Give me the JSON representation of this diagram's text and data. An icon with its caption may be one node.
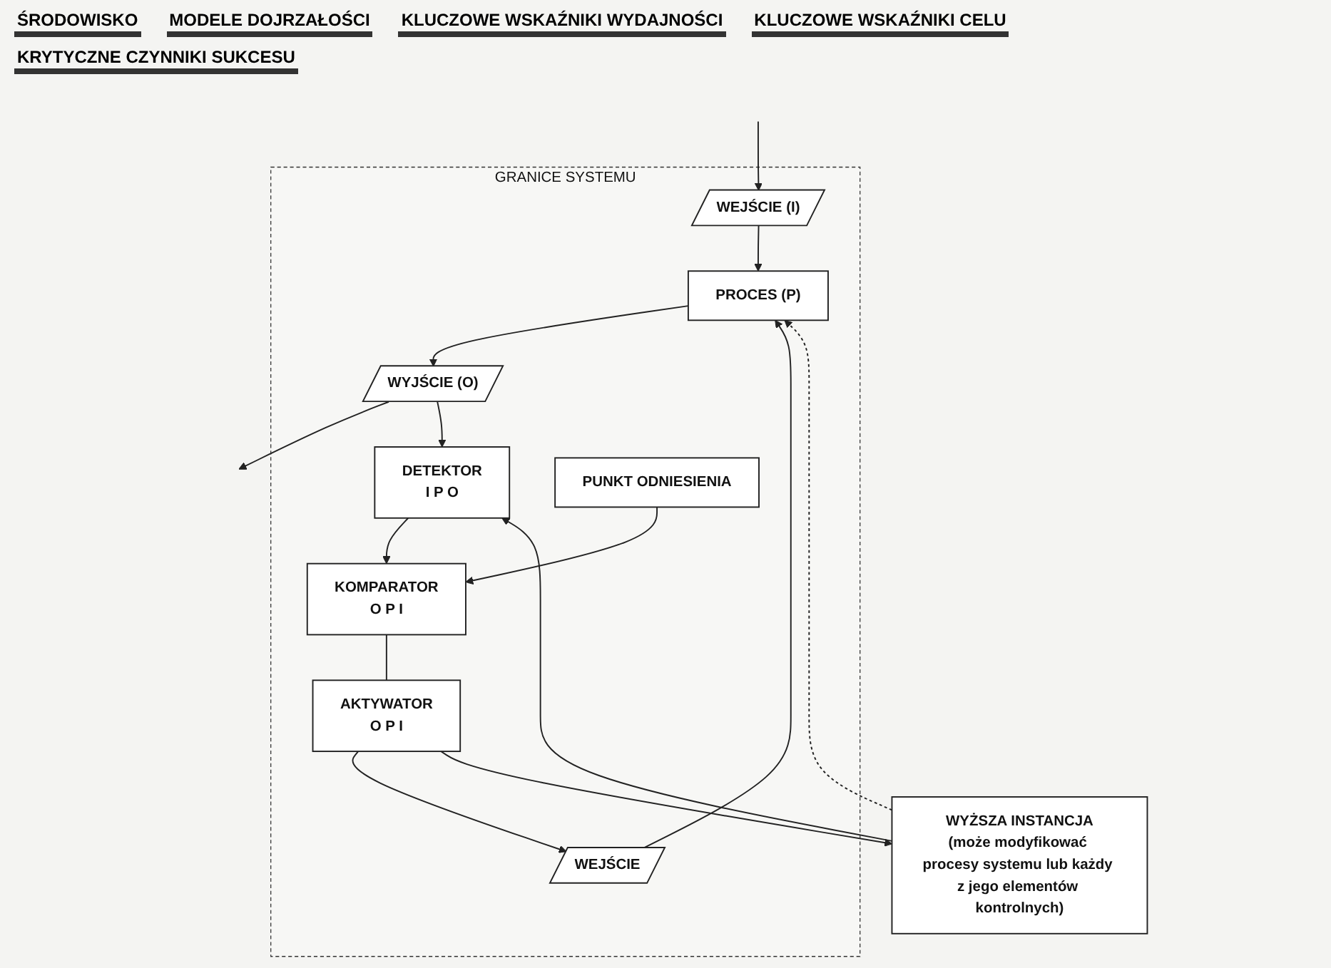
{
  "diagram": {
    "nodes": [
      {
        "text": [
          "WYŻSZA INSTANCJA",
          "(może modyfikować procesy systemu lub każdy z jego elementów kontrolnych)"
        ]
      },
      {
        "text": [
          "GRANICE SYSTEMU"
        ]
      },
      {
        "text": [
          "WEJŚCIE (I)"
        ],
        "in": 1
      },
      {
        "text": [
          "PROCES (P)"
        ],
        "in": 1
      },
      {
        "text": [
          "WYJŚCIE (O)"
        ],
        "in": 1
      },
      {
        "text": [
          "DETEKTOR",
          "I",
          "P",
          "O"
        ],
        "in": 1
      },
      {
        "text": [
          "PUNKT ODNIESIENIA"
        ],
        "in": 1
      },
      {
        "text": [
          "WEJŚCIE"
        ],
        "in": 1
      },
      {
        "text": [
          "AKTYWATOR",
          "O",
          "P",
          "I"
        ],
        "in": 1
      },
      {
        "text": [
          "KOMPARATOR",
          "O",
          "P",
          "I"
        ],
        "in": 1
      }
    ],
    "edges": [
      {
        "from": null,
        "to": 2,
        "arrow": "to"
      },
      {
        "from": 2,
        "to": 3,
        "arrow": "to"
      },
      {
        "from": 3,
        "to": 4,
        "arrow": "to"
      },
      {
        "from": 4,
        "to": null,
        "arrow": "to"
      },
      {
        "from": 0,
        "to": 3,
        "arrow": "to",
        "style": "dashed"
      },
      {
        "from": 0,
        "to": 5,
        "arrow": "to"
      },
      {
        "from": 4,
        "to": 5,
        "arrow": "to"
      },
      {
        "from": 5,
        "to": 9,
        "arrow": "to"
      },
      {
        "from": 6,
        "to": 9,
        "arrow": "to"
      },
      {
        "from": 9,
        "to": 8,
        "arrow": "none"
      },
      {
        "from": 8,
        "to": 7,
        "arrow": "to"
      },
      {
        "from": 7,
        "to": 3,
        "arrow": "to"
      },
      {
        "from": 8,
        "to": 0,
        "arrow": "to"
      }
    ],
    "labels": [
      "ŚRODOWISKO",
      "MODELE DOJRZAŁOŚCI",
      "KLUCZOWE WSKAŹNIKI WYDAJNOŚCI",
      "KLUCZOWE WSKAŹNIKI CELU",
      "KRYTYCZNE CZYNNIKI SUKCESU"
    ]
  }
}
